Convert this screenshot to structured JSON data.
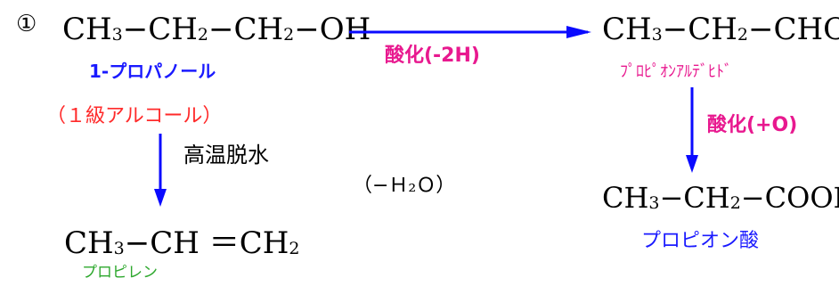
{
  "number_mark": "①",
  "propanol": {
    "formula_parts": [
      "CH",
      "3",
      "−CH",
      "2",
      "−CH",
      "2",
      "−OH"
    ],
    "name": "1-プロパノール",
    "class_label": "（１級アルコール）"
  },
  "oxidation1": {
    "label": "酸化(-2H)"
  },
  "propanal": {
    "formula_parts": [
      "CH",
      "3",
      "−CH",
      "2",
      "−CHO"
    ],
    "name": "ﾌﾟﾛﾋﾟｵﾝｱﾙﾃﾞﾋﾄﾞ"
  },
  "oxidation2": {
    "label": "酸化(+O)"
  },
  "propanoic_acid": {
    "formula_parts": [
      "CH",
      "3",
      "−CH",
      "2",
      "−COOH"
    ],
    "name": "プロピオン酸"
  },
  "dehydration": {
    "label": "高温脱水",
    "water_loss": "（−Ｈ₂Ｏ）"
  },
  "propylene": {
    "formula_parts": [
      "CH",
      "3",
      "−CH ＝CH",
      "2"
    ],
    "name": "プロピレン"
  },
  "colors": {
    "arrow": "#0a0aff",
    "name_blue": "#1a1aff",
    "name_green": "#2ea82e",
    "name_red": "#ff2a2a",
    "label_magenta": "#e8198f"
  }
}
